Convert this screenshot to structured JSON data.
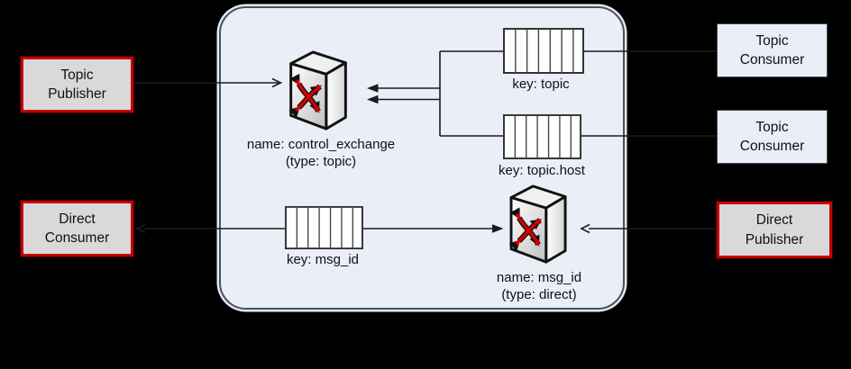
{
  "boxes": {
    "topic_publisher": {
      "line1": "Topic",
      "line2": "Publisher"
    },
    "direct_consumer": {
      "line1": "Direct",
      "line2": "Consumer"
    },
    "topic_consumer_1": {
      "line1": "Topic",
      "line2": "Consumer"
    },
    "topic_consumer_2": {
      "line1": "Topic",
      "line2": "Consumer"
    },
    "direct_publisher": {
      "line1": "Direct",
      "line2": "Publisher"
    }
  },
  "exchanges": {
    "control": {
      "name": "name: control_exchange",
      "type": "(type: topic)"
    },
    "msg": {
      "name": "name: msg_id",
      "type": "(type: direct)"
    }
  },
  "queues": {
    "topic": {
      "label": "key: topic"
    },
    "topic_host": {
      "label": "key: topic.host"
    },
    "msg_id": {
      "label": "key: msg_id"
    }
  },
  "colors": {
    "accent_red": "#c40000",
    "arrow_red": "#d40000",
    "panel_fill": "#e9eef7",
    "box_gray": "#d9d9d9",
    "line": "#1b1b1b",
    "background": "#000000"
  }
}
